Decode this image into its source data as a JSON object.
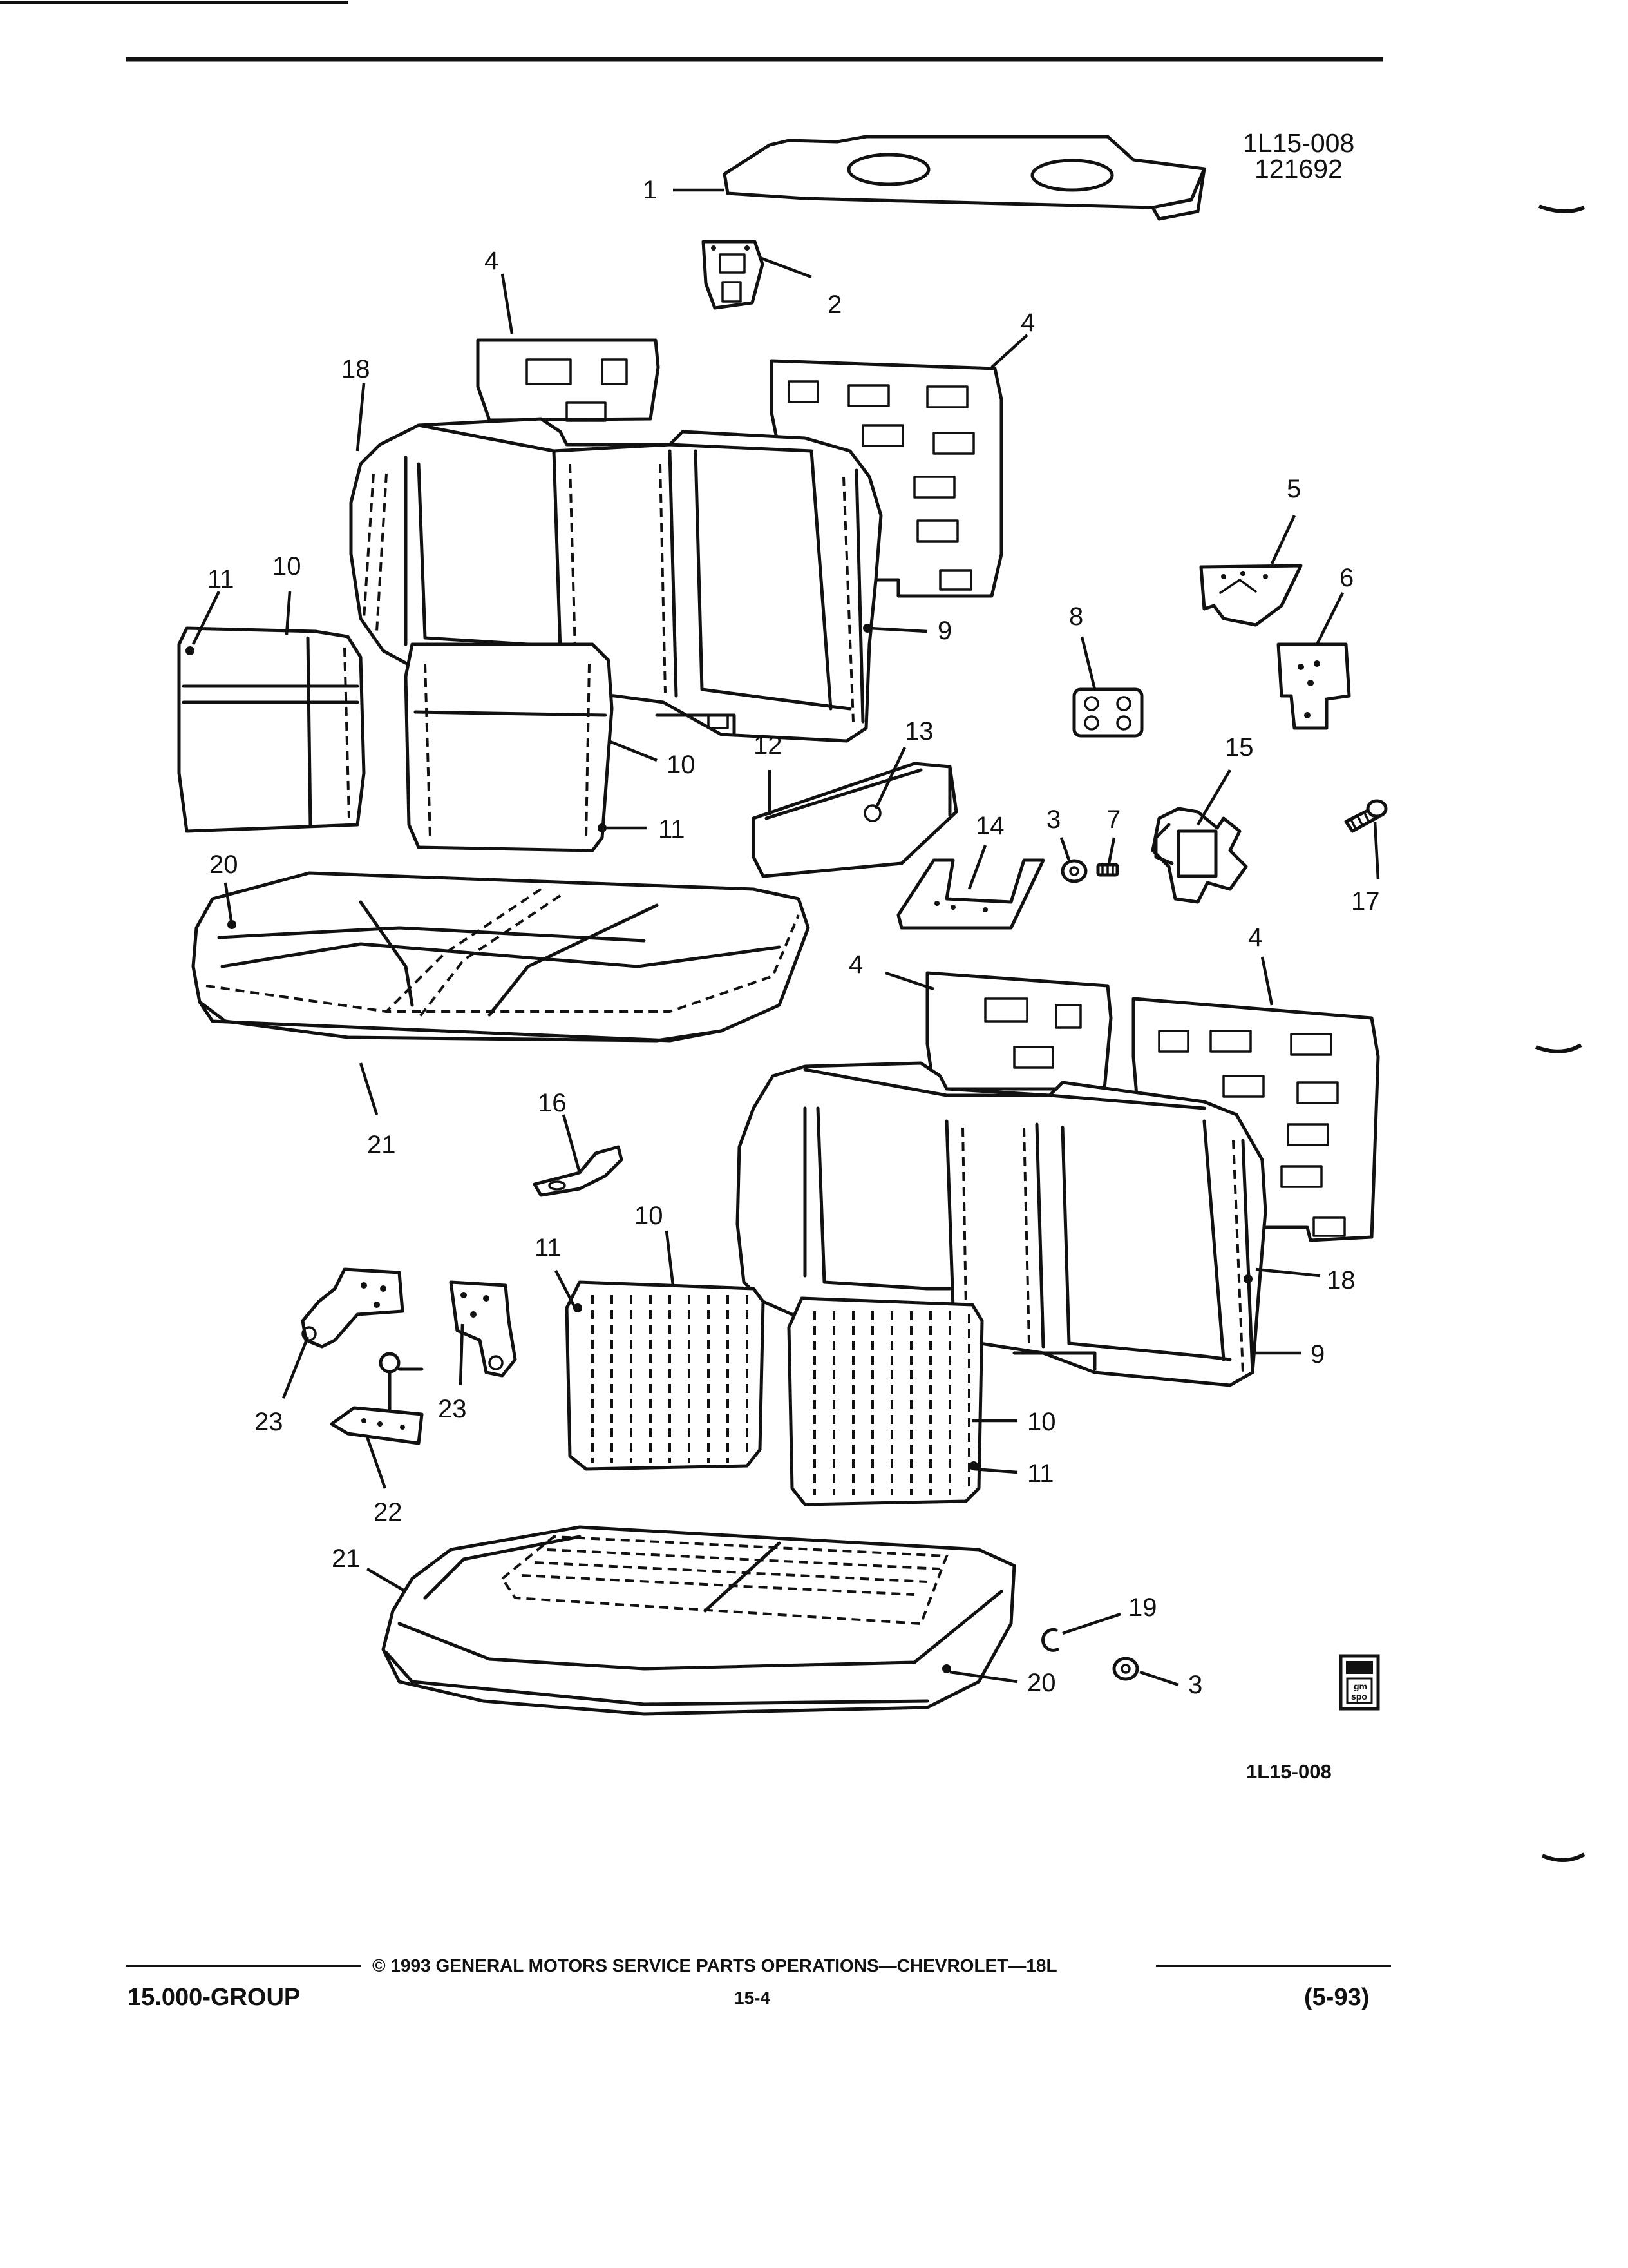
{
  "header": {
    "ref_code": "1L15-008",
    "ref_date": "121692"
  },
  "figure": {
    "label": "1L15-008"
  },
  "callouts": {
    "c1": "1",
    "c2": "2",
    "c4a": "4",
    "c4b": "4",
    "c18a": "18",
    "c5": "5",
    "c6": "6",
    "c11a": "11",
    "c10a": "10",
    "c9a": "9",
    "c8": "8",
    "c10b": "10",
    "c12": "12",
    "c13": "13",
    "c15": "15",
    "c11b": "11",
    "c3a": "3",
    "c7": "7",
    "c14": "14",
    "c17": "17",
    "c20a": "20",
    "c4c": "4",
    "c4d": "4",
    "c21a": "21",
    "c16": "16",
    "c10c": "10",
    "c11c": "11",
    "c18b": "18",
    "c9b": "9",
    "c23a": "23",
    "c23b": "23",
    "c10d": "10",
    "c11d": "11",
    "c22": "22",
    "c21b": "21",
    "c19": "19",
    "c20b": "20",
    "c3b": "3"
  },
  "logo": {
    "line1": "gm",
    "line2": "spo"
  },
  "footer": {
    "copyright": "© 1993 GENERAL MOTORS SERVICE PARTS OPERATIONS—CHEVROLET—18L",
    "group": "15.000-GROUP",
    "page_number": "15-4",
    "revision": "(5-93)"
  }
}
